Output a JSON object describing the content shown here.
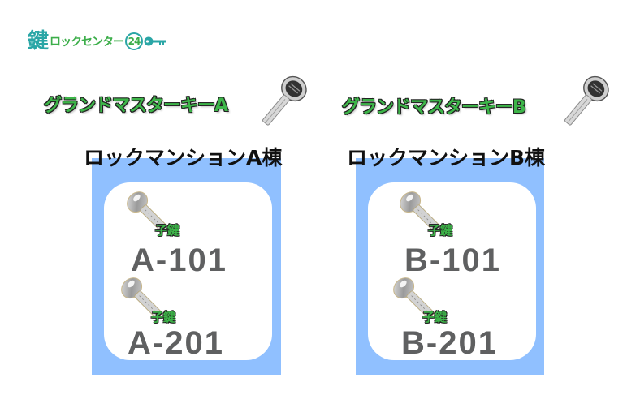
{
  "logo": {
    "kanji": "鍵",
    "text": "ロックセンター",
    "number": "24",
    "colors": {
      "teal": "#2aa6a6",
      "green": "#3cae4a"
    }
  },
  "master_keys": [
    {
      "title": "グランドマスターキーA",
      "icon": "master-key-icon"
    },
    {
      "title": "グランドマスターキーB",
      "icon": "master-key-icon"
    }
  ],
  "buildings": [
    {
      "title": "ロックマンションA棟",
      "rooms": [
        {
          "label": "子鍵",
          "room": "A-101",
          "icon": "child-key-icon"
        },
        {
          "label": "子鍵",
          "room": "A-201",
          "icon": "child-key-icon"
        }
      ]
    },
    {
      "title": "ロックマンションB棟",
      "rooms": [
        {
          "label": "子鍵",
          "room": "B-101",
          "icon": "child-key-icon"
        },
        {
          "label": "子鍵",
          "room": "B-201",
          "icon": "child-key-icon"
        }
      ]
    }
  ],
  "colors": {
    "building_bg": "#90c0ff",
    "card_bg": "#ffffff",
    "title_green": "#3db549",
    "room_text": "#5f6061"
  }
}
